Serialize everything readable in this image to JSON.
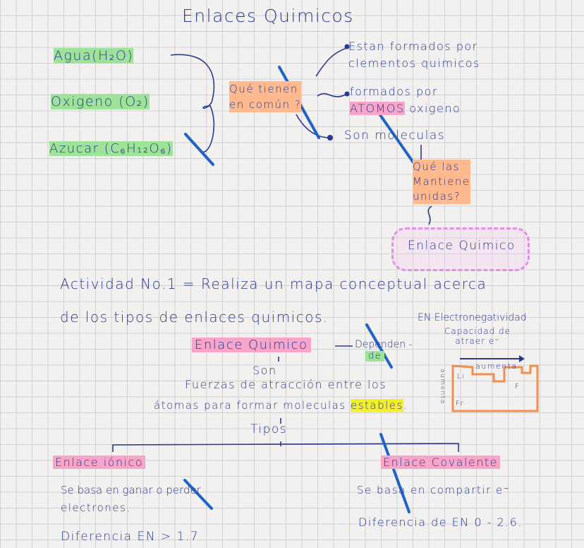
{
  "title": "Enlaces Quimicos",
  "examples": [
    "Agua(H₂O)",
    "Oxigeno (O₂)",
    "Azucar (C₆H₁₂O₆)"
  ],
  "question1": [
    "Qué tienen",
    "en común ?"
  ],
  "answers": {
    "a1": [
      "Estan formados por",
      "clementos quimicos"
    ],
    "a2_line1": "formados por",
    "a2_atomos": "ATOMOS",
    "a2_rest": "oxigeno",
    "a3": "Son moleculas"
  },
  "question2": [
    "Qué las",
    "Mantiene",
    "unidas?"
  ],
  "enlace_quimico_box": "Enlace Quimico",
  "activity": [
    "Actividad No.1 = Realiza un mapa conceptual acerca",
    "de los tipos de enlaces quimicos."
  ],
  "en_label": "EN Electronegatividad",
  "map": {
    "enlace_quimico": "Enlace Quimico",
    "dependen": "Dependen -",
    "de": "de",
    "capacidad": [
      "Capacidad de",
      "atraer e⁻"
    ],
    "aumenta_h": "aumenta",
    "aumenta_v": "aumenta",
    "element_li": "Li",
    "element_f": "F",
    "element_fr": "Fr",
    "son": "Son",
    "def1": "Fuerzas de atracción entre los",
    "def2": "átomas para formar moleculas",
    "estables": "estables",
    "def_end": ".",
    "tipos": "Tipos"
  },
  "ionico": {
    "title": "Enlace iónico",
    "line1": "Se basa en ganar o perder",
    "line2": "electrones.",
    "line3": "Diferencia EN > 1.7"
  },
  "covalente": {
    "title": "Enlace Covalente",
    "line1": "Se basa en compartir e⁻",
    "line2": "Diferencia de EN 0 - 2.6."
  },
  "colors": {
    "ink": "#2a3a8c",
    "green": "#9fe39a",
    "orange": "#ffb98e",
    "pink": "#f7a5c9",
    "yellow": "#f3ef2c",
    "marker_blue": "#1f63c8"
  }
}
